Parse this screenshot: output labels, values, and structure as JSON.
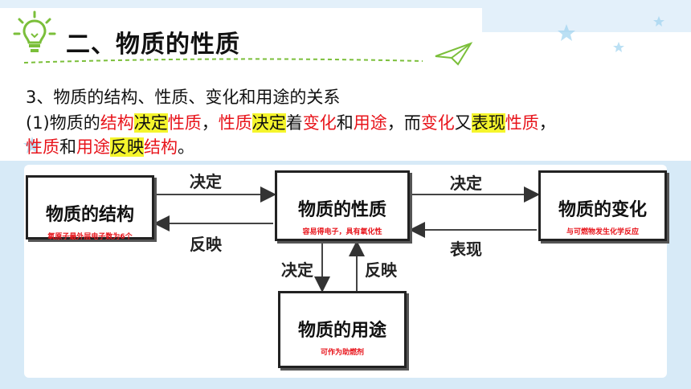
{
  "header": {
    "title": "二、物质的性质"
  },
  "intro": {
    "line1": "3、物质的结构、性质、变化和用途的关系",
    "line2_segments": [
      {
        "text": "(1)物质的",
        "red": false,
        "hl": false
      },
      {
        "text": "结构",
        "red": true,
        "hl": false
      },
      {
        "text": "决定",
        "red": false,
        "hl": true
      },
      {
        "text": "性质",
        "red": true,
        "hl": false
      },
      {
        "text": "，",
        "red": false,
        "hl": false
      },
      {
        "text": "性质",
        "red": true,
        "hl": false
      },
      {
        "text": "决定",
        "red": false,
        "hl": true
      },
      {
        "text": "着",
        "red": false,
        "hl": false
      },
      {
        "text": "变化",
        "red": true,
        "hl": false
      },
      {
        "text": "和",
        "red": false,
        "hl": false
      },
      {
        "text": "用途",
        "red": true,
        "hl": false
      },
      {
        "text": "，而",
        "red": false,
        "hl": false
      },
      {
        "text": "变化",
        "red": true,
        "hl": false
      },
      {
        "text": "又",
        "red": false,
        "hl": false
      },
      {
        "text": "表现",
        "red": false,
        "hl": true
      },
      {
        "text": "性质",
        "red": true,
        "hl": false
      },
      {
        "text": "，",
        "red": false,
        "hl": false
      }
    ],
    "line3_segments": [
      {
        "text": "性质",
        "red": true,
        "hl": false
      },
      {
        "text": "和",
        "red": false,
        "hl": false
      },
      {
        "text": "用途",
        "red": true,
        "hl": false
      },
      {
        "text": "反映",
        "red": false,
        "hl": true
      },
      {
        "text": "结构",
        "red": true,
        "hl": false
      },
      {
        "text": "。",
        "red": false,
        "hl": false
      }
    ]
  },
  "diagram": {
    "nodes": {
      "structure": {
        "title": "物质的结构",
        "note": "氧原子最外层电子数为6个"
      },
      "property": {
        "title": "物质的性质",
        "note": "容易得电子，具有氧化性"
      },
      "change": {
        "title": "物质的变化",
        "note": "与可燃物发生化学反应"
      },
      "usage": {
        "title": "物质的用途",
        "note": "可作为助燃剂"
      }
    },
    "edges": {
      "structure_to_property": "决定",
      "property_to_structure": "反映",
      "property_to_change": "决定",
      "change_to_property": "表现",
      "property_to_usage": "决定",
      "usage_to_property": "反映"
    }
  },
  "colors": {
    "highlight": "#f5f52c",
    "red_text": "#e8141b",
    "bg_blue": "#cfe6f5",
    "border": "#222222"
  }
}
